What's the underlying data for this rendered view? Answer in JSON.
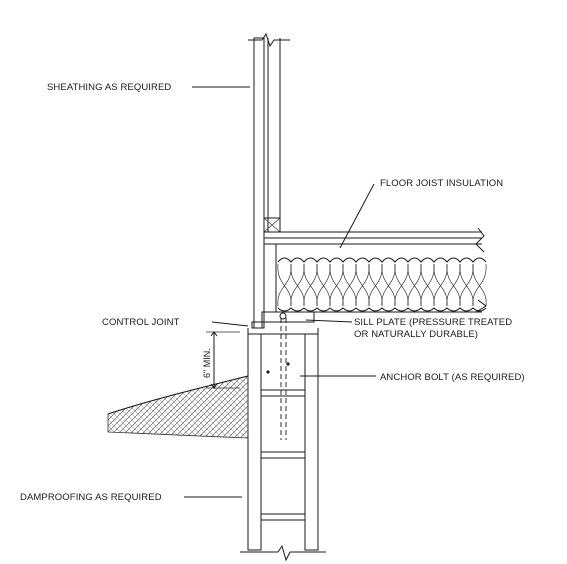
{
  "labels": {
    "sheathing": "SHEATHING AS REQUIRED",
    "floor_joist_insulation": "FLOOR JOIST INSULATION",
    "control_joint": "CONTROL JOINT",
    "sill_plate_line1": "SILL PLATE (PRESSURE TREATED",
    "sill_plate_line2": "OR NATURALLY DURABLE)",
    "anchor_bolt": "ANCHOR BOLT (AS REQUIRED)",
    "damproofing": "DAMPROOFING AS REQUIRED",
    "dimension": "6\" MIN."
  }
}
